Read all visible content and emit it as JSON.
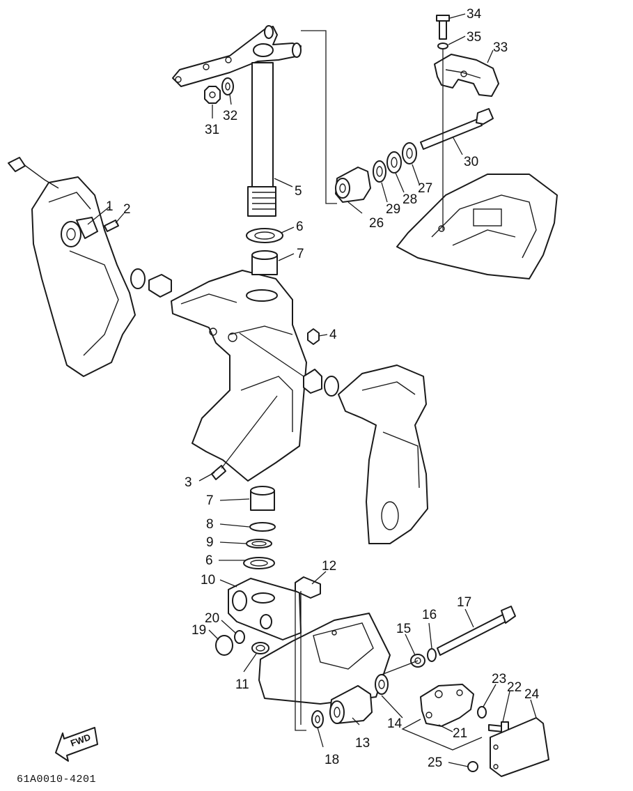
{
  "drawing_code": "61A0010-4201",
  "direction_label": "FWD",
  "callouts": [
    "1",
    "2",
    "3",
    "4",
    "5",
    "6",
    "6",
    "7",
    "7",
    "8",
    "9",
    "10",
    "11",
    "12",
    "13",
    "14",
    "15",
    "16",
    "17",
    "18",
    "19",
    "20",
    "21",
    "22",
    "23",
    "24",
    "25",
    "26",
    "27",
    "28",
    "29",
    "30",
    "31",
    "32",
    "33",
    "34",
    "35"
  ]
}
